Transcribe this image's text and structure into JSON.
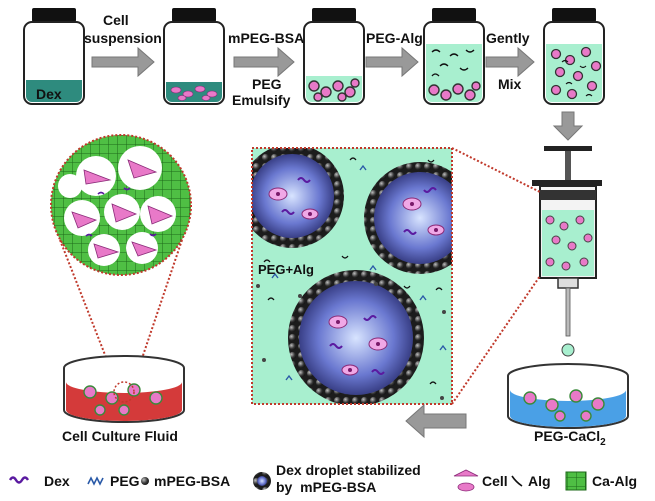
{
  "steps": {
    "jar1_label": "Dex",
    "arrow1_top": "Cell",
    "arrow1_bottom": "suspension",
    "arrow2_top": "mPEG-BSA",
    "arrow2_bottom1": "PEG",
    "arrow2_bottom2": "Emulsify",
    "arrow3_top": "PEG-Alg",
    "arrow4_top": "Gently",
    "arrow4_bottom": "Mix"
  },
  "zoom_label": "PEG+Alg",
  "dish_left_label": "Cell Culture Fluid",
  "dish_right_label": "PEG-CaCl",
  "dish_right_sub": "2",
  "legend": {
    "dex": "Dex",
    "peg": "PEG",
    "mpeg_bsa": "mPEG-BSA",
    "droplet_line1": "Dex droplet stabilized",
    "droplet_line2": "by  mPEG-BSA",
    "cell": "Cell",
    "alg": "Alg",
    "ca_alg": "Ca-Alg"
  },
  "colors": {
    "dex_fluid": "#2e8b7e",
    "cell_pink": "#e879c8",
    "peg_fluid": "#a8efcf",
    "ca_alg_green": "#3aa636",
    "dish_red": "#d43a3a",
    "dish_blue": "#4aa0e6",
    "arrow_gray": "#999999",
    "zoom_border": "#c0392b"
  }
}
